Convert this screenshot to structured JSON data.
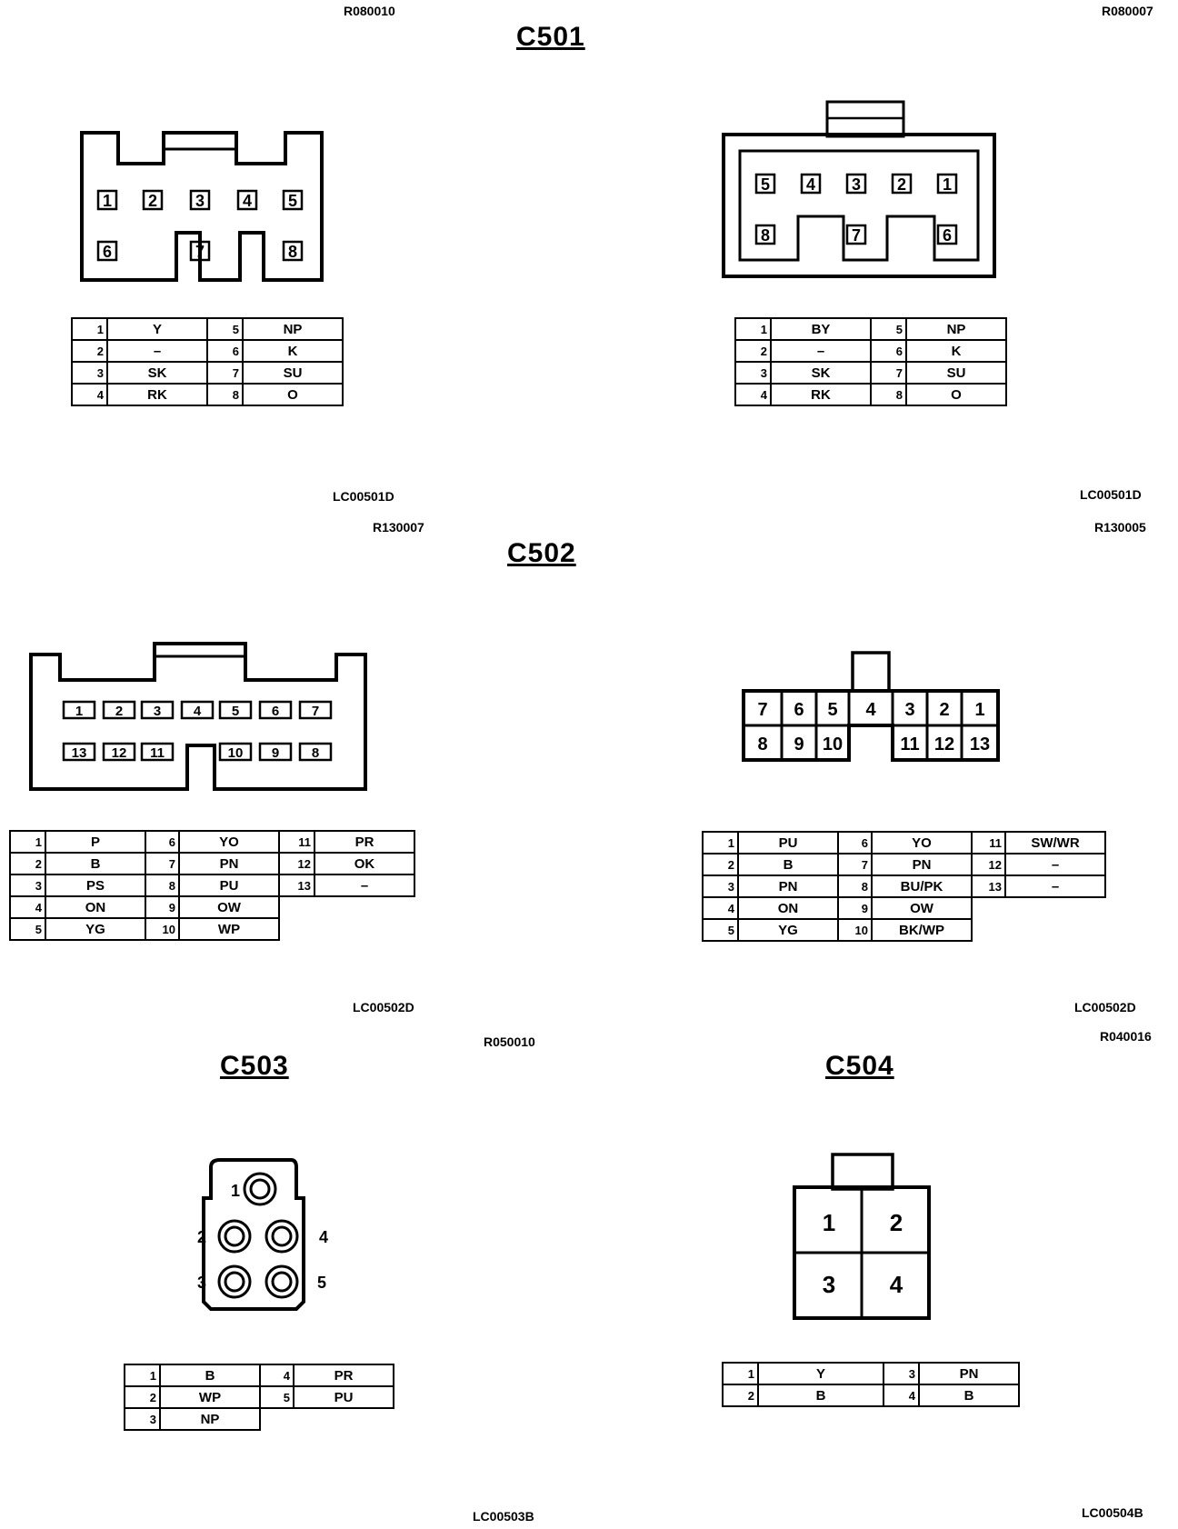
{
  "codes": {
    "c501_left_ref": "R080010",
    "c501_right_ref": "R080007",
    "c501_left_lc": "LC00501D",
    "c501_right_lc": "LC00501D",
    "c502_left_ref": "R130007",
    "c502_right_ref": "R130005",
    "c502_left_lc": "LC00502D",
    "c502_right_lc": "LC00502D",
    "c503_ref": "R050010",
    "c504_ref": "R040016",
    "c503_lc": "LC00503B",
    "c504_lc": "LC00504B"
  },
  "titles": {
    "c501": "C501",
    "c502": "C502",
    "c503": "C503",
    "c504": "C504"
  },
  "pins": {
    "c501l_r1": [
      "1",
      "2",
      "3",
      "4",
      "5"
    ],
    "c501l_r2": [
      "6",
      "7",
      "8"
    ],
    "c501r_r1": [
      "5",
      "4",
      "3",
      "2",
      "1"
    ],
    "c501r_r2": [
      "8",
      "7",
      "6"
    ],
    "c502l_r1": [
      "1",
      "2",
      "3",
      "4",
      "5",
      "6",
      "7"
    ],
    "c502l_r2": [
      "13",
      "12",
      "11",
      "10",
      "9",
      "8"
    ],
    "c502r_r1": [
      "7",
      "6",
      "5",
      "4",
      "3",
      "2",
      "1"
    ],
    "c502r_r2": [
      "8",
      "9",
      "10",
      "11",
      "12",
      "13"
    ],
    "c503": [
      "1",
      "2",
      "4",
      "3",
      "5"
    ],
    "c504": [
      "1",
      "2",
      "3",
      "4"
    ]
  },
  "tables": {
    "c501_left": [
      [
        {
          "n": "1",
          "c": "Y"
        },
        {
          "n": "5",
          "c": "NP"
        }
      ],
      [
        {
          "n": "2",
          "c": "–"
        },
        {
          "n": "6",
          "c": "K"
        }
      ],
      [
        {
          "n": "3",
          "c": "SK"
        },
        {
          "n": "7",
          "c": "SU"
        }
      ],
      [
        {
          "n": "4",
          "c": "RK"
        },
        {
          "n": "8",
          "c": "O"
        }
      ]
    ],
    "c501_right": [
      [
        {
          "n": "1",
          "c": "BY"
        },
        {
          "n": "5",
          "c": "NP"
        }
      ],
      [
        {
          "n": "2",
          "c": "–"
        },
        {
          "n": "6",
          "c": "K"
        }
      ],
      [
        {
          "n": "3",
          "c": "SK"
        },
        {
          "n": "7",
          "c": "SU"
        }
      ],
      [
        {
          "n": "4",
          "c": "RK"
        },
        {
          "n": "8",
          "c": "O"
        }
      ]
    ],
    "c502_left": [
      [
        {
          "n": "1",
          "c": "P"
        },
        {
          "n": "6",
          "c": "YO"
        },
        {
          "n": "11",
          "c": "PR"
        }
      ],
      [
        {
          "n": "2",
          "c": "B"
        },
        {
          "n": "7",
          "c": "PN"
        },
        {
          "n": "12",
          "c": "OK"
        }
      ],
      [
        {
          "n": "3",
          "c": "PS"
        },
        {
          "n": "8",
          "c": "PU"
        },
        {
          "n": "13",
          "c": "–"
        }
      ],
      [
        {
          "n": "4",
          "c": "ON"
        },
        {
          "n": "9",
          "c": "OW"
        }
      ],
      [
        {
          "n": "5",
          "c": "YG"
        },
        {
          "n": "10",
          "c": "WP"
        }
      ]
    ],
    "c502_right": [
      [
        {
          "n": "1",
          "c": "PU"
        },
        {
          "n": "6",
          "c": "YO"
        },
        {
          "n": "11",
          "c": "SW/WR"
        }
      ],
      [
        {
          "n": "2",
          "c": "B"
        },
        {
          "n": "7",
          "c": "PN"
        },
        {
          "n": "12",
          "c": "–"
        }
      ],
      [
        {
          "n": "3",
          "c": "PN"
        },
        {
          "n": "8",
          "c": "BU/PK"
        },
        {
          "n": "13",
          "c": "–"
        }
      ],
      [
        {
          "n": "4",
          "c": "ON"
        },
        {
          "n": "9",
          "c": "OW"
        }
      ],
      [
        {
          "n": "5",
          "c": "YG"
        },
        {
          "n": "10",
          "c": "BK/WP"
        }
      ]
    ],
    "c503": [
      [
        {
          "n": "1",
          "c": "B"
        },
        {
          "n": "4",
          "c": "PR"
        }
      ],
      [
        {
          "n": "2",
          "c": "WP"
        },
        {
          "n": "5",
          "c": "PU"
        }
      ],
      [
        {
          "n": "3",
          "c": "NP"
        }
      ]
    ],
    "c504": [
      [
        {
          "n": "1",
          "c": "Y"
        },
        {
          "n": "3",
          "c": "PN"
        }
      ],
      [
        {
          "n": "2",
          "c": "B"
        },
        {
          "n": "4",
          "c": "B"
        }
      ]
    ]
  }
}
